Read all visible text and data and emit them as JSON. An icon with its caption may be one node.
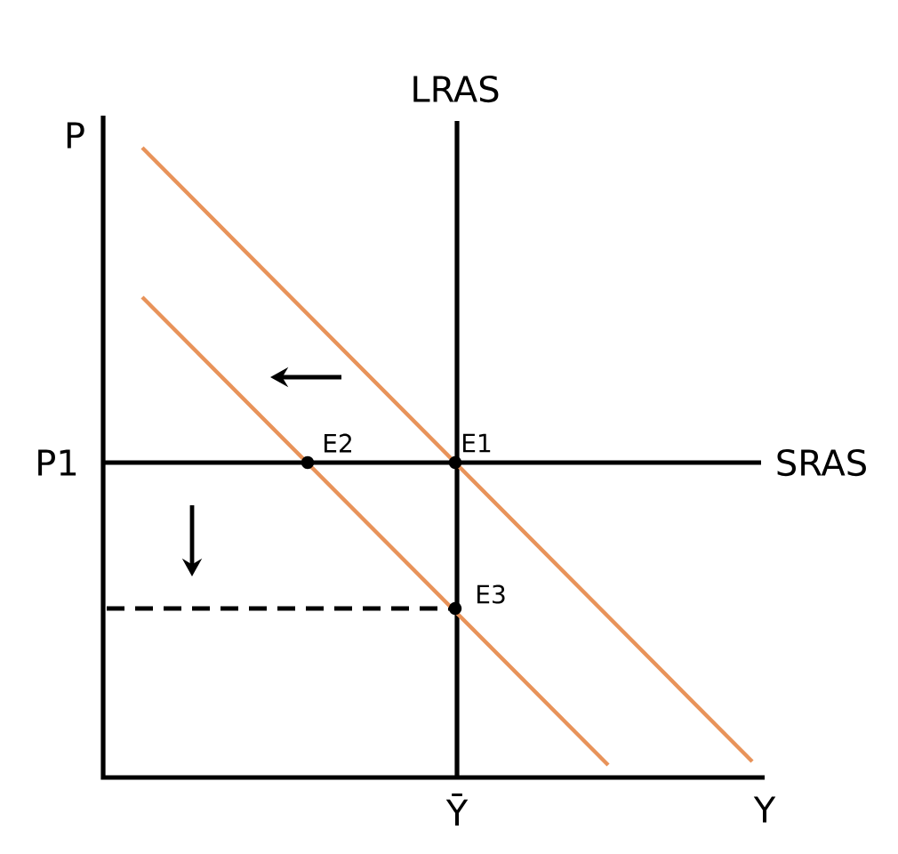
{
  "diagram": {
    "labels": [
      "LRAS",
      "P",
      "E2",
      "E1",
      "P1",
      "SRAS",
      "E3",
      "Ȳ",
      "Y"
    ]
  }
}
